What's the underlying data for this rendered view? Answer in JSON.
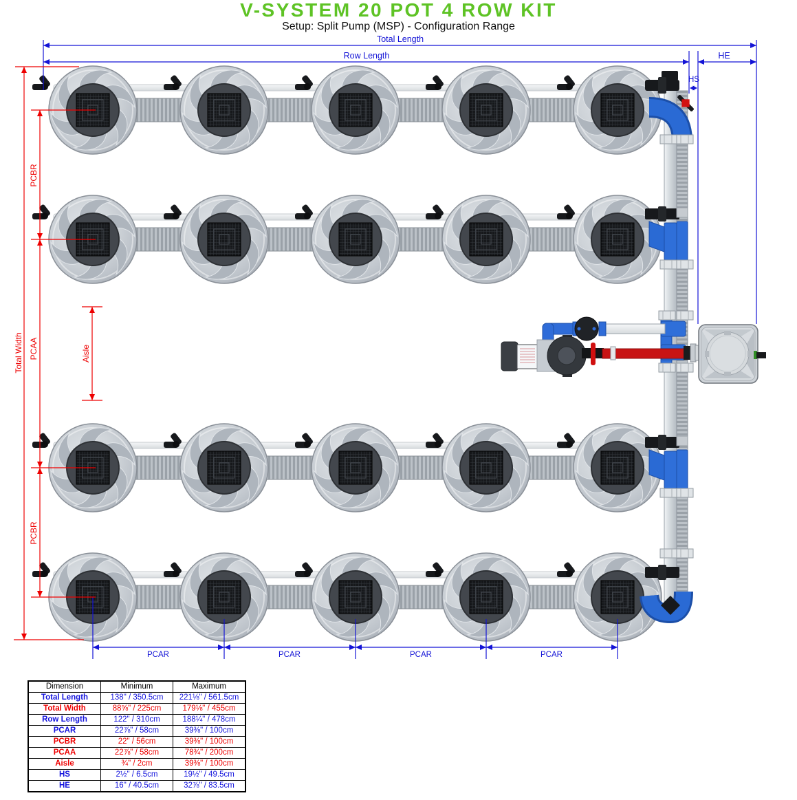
{
  "title": "V-SYSTEM 20 POT 4 ROW KIT",
  "subtitle": "Setup: Split Pump (MSP) - Configuration Range",
  "colors": {
    "title_green": "#5ec325",
    "dimension_blue": "#1313d6",
    "dimension_red": "#ee0000"
  },
  "labels": {
    "total_length": "Total Length",
    "row_length": "Row Length",
    "he": "HE",
    "hs": "HS",
    "pcar": "PCAR",
    "total_width": "Total Width",
    "pcbr": "PCBR",
    "pcaa": "PCAA",
    "aisle": "Aisle"
  },
  "table": {
    "headers": [
      "Dimension",
      "Minimum",
      "Maximum"
    ],
    "rows": [
      {
        "dim": "Total Length",
        "min": "138\" / 350.5cm",
        "max": "221⅛\" / 561.5cm",
        "color": "blue"
      },
      {
        "dim": "Total Width",
        "min": "88⅝\" / 225cm",
        "max": "179⅛\" / 455cm",
        "color": "red"
      },
      {
        "dim": "Row Length",
        "min": "122\" / 310cm",
        "max": "188¼\" / 478cm",
        "color": "blue"
      },
      {
        "dim": "PCAR",
        "min": "22⅞\" / 58cm",
        "max": "39⅜\" / 100cm",
        "color": "blue"
      },
      {
        "dim": "PCBR",
        "min": "22\" / 56cm",
        "max": "39⅜\" / 100cm",
        "color": "red"
      },
      {
        "dim": "PCAA",
        "min": "22⅞\" / 58cm",
        "max": "78¾\" / 200cm",
        "color": "red"
      },
      {
        "dim": "Aisle",
        "min": "¾\" / 2cm",
        "max": "39⅜\" / 100cm",
        "color": "red"
      },
      {
        "dim": "HS",
        "min": "2½\" / 6.5cm",
        "max": "19½\" / 49.5cm",
        "color": "blue"
      },
      {
        "dim": "HE",
        "min": "16\" / 40.5cm",
        "max": "32⅞\" / 83.5cm",
        "color": "blue"
      }
    ]
  }
}
